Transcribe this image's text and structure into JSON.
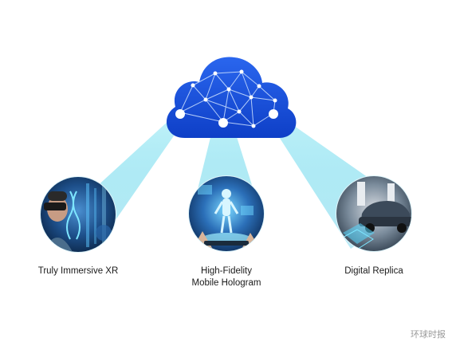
{
  "diagram": {
    "colors": {
      "cloud": "#1a4fd6",
      "cloud_dark": "#0b37b8",
      "network_line": "#cfe3ff",
      "node": "#ffffff",
      "beam": "#7fe0f0",
      "circle_bg": "#0d2b52",
      "circle_accent": "#33c4ff"
    },
    "items": [
      {
        "label_line1": "Truly Immersive XR",
        "label_line2": "",
        "icon": "xr-headset-icon"
      },
      {
        "label_line1": "High-Fidelity",
        "label_line2": "Mobile Hologram",
        "icon": "hologram-icon"
      },
      {
        "label_line1": "Digital Replica",
        "label_line2": "",
        "icon": "car-replica-icon"
      }
    ],
    "watermark": "环球时报"
  }
}
